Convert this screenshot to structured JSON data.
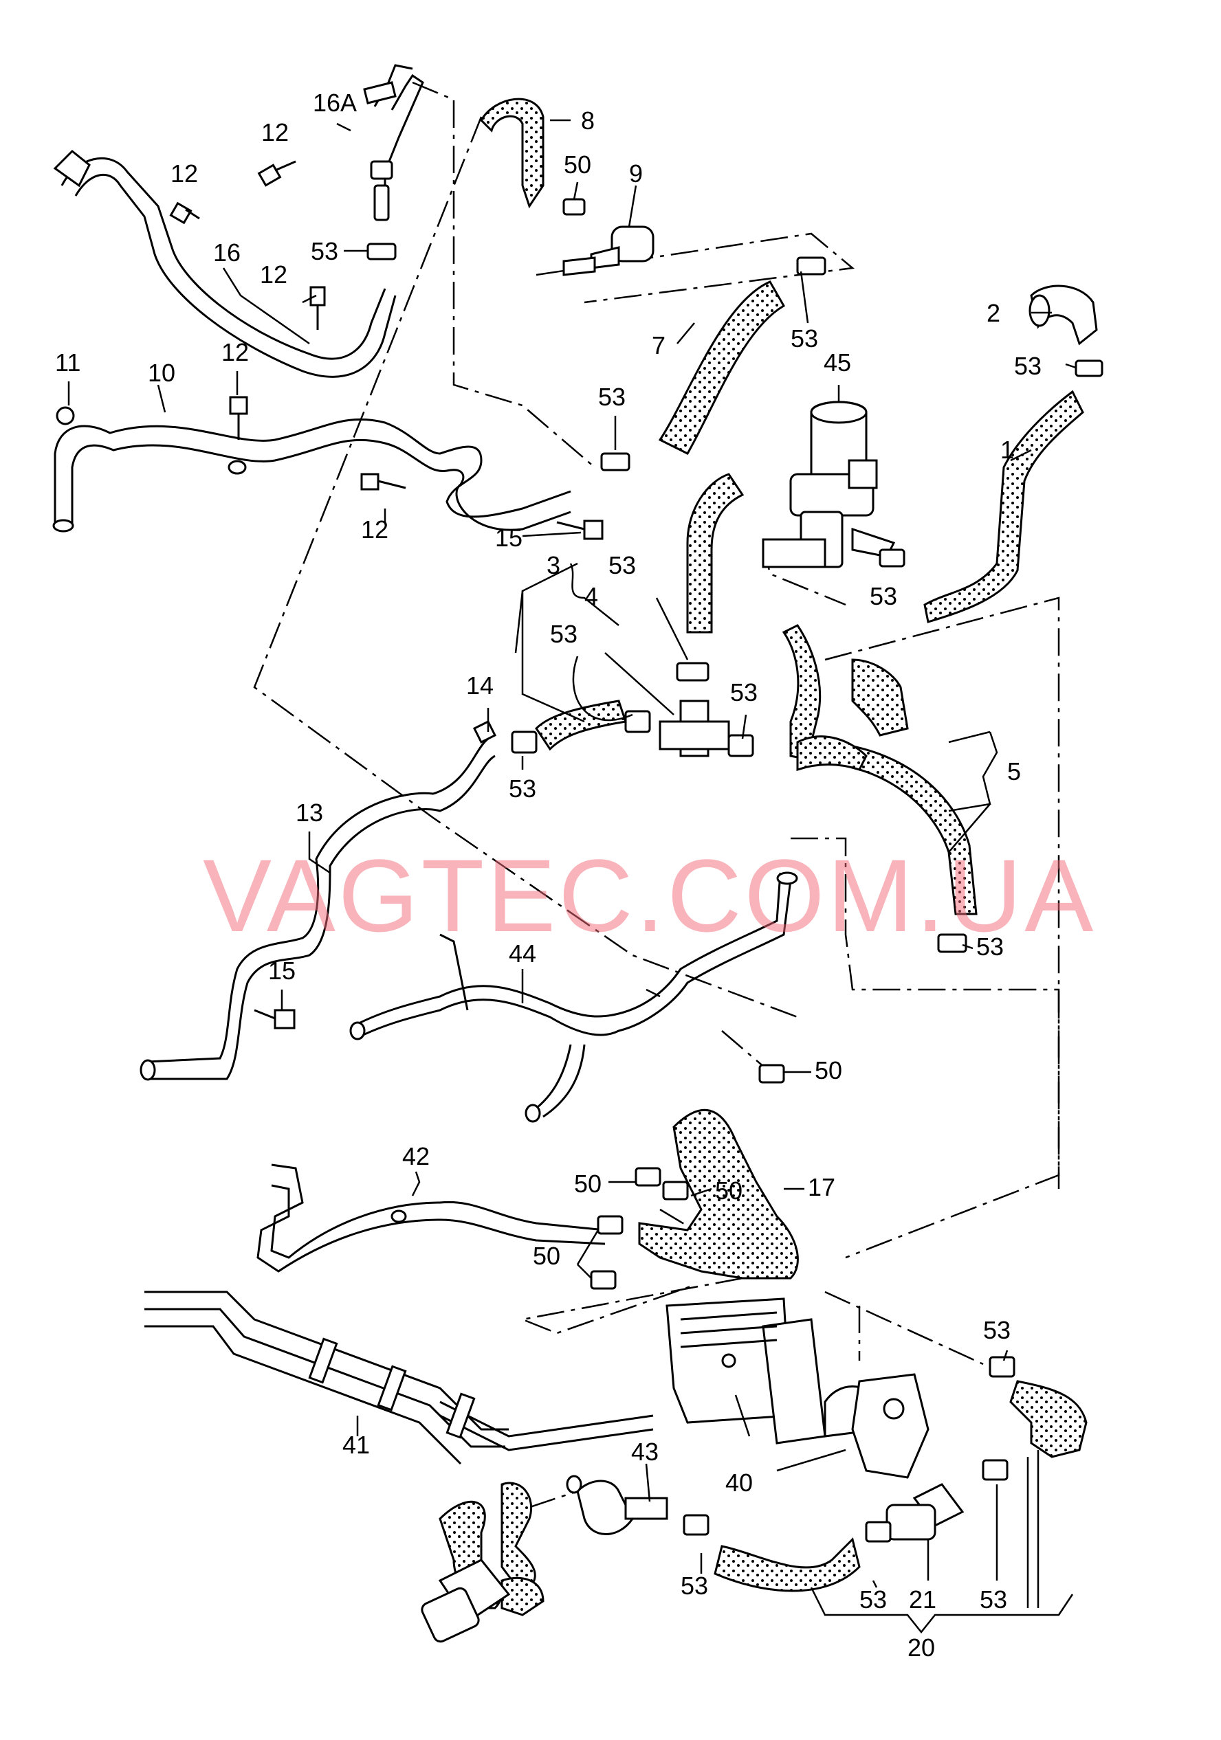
{
  "watermark": "VAGTEC.COM.UA",
  "labels": {
    "l_16A": "16A",
    "l_8": "8",
    "l_12a": "12",
    "l_50a": "50",
    "l_9": "9",
    "l_12b": "12",
    "l_16": "16",
    "l_53a": "53",
    "l_12c": "12",
    "l_7": "7",
    "l_53b": "53",
    "l_2": "2",
    "l_45": "45",
    "l_53c": "53",
    "l_11": "11",
    "l_10": "10",
    "l_12d": "12",
    "l_53d": "53",
    "l_1": "1",
    "l_12e": "12",
    "l_15a": "15",
    "l_3": "3",
    "l_53e": "53",
    "l_4": "4",
    "l_53f": "53",
    "l_53g": "53",
    "l_53h": "53",
    "l_14": "14",
    "l_5": "5",
    "l_53i": "53",
    "l_13": "13",
    "l_53j": "53",
    "l_15b": "15",
    "l_44": "44",
    "l_50b": "50",
    "l_42": "42",
    "l_50c": "50",
    "l_50d": "50",
    "l_17": "17",
    "l_50e": "50",
    "l_53k": "53",
    "l_41": "41",
    "l_43": "43",
    "l_40": "40",
    "l_53l": "53",
    "l_53m": "53",
    "l_21": "21",
    "l_53n": "53",
    "l_20": "20"
  },
  "colors": {
    "line": "#000000",
    "watermark": "#f26b78",
    "background": "#ffffff"
  }
}
